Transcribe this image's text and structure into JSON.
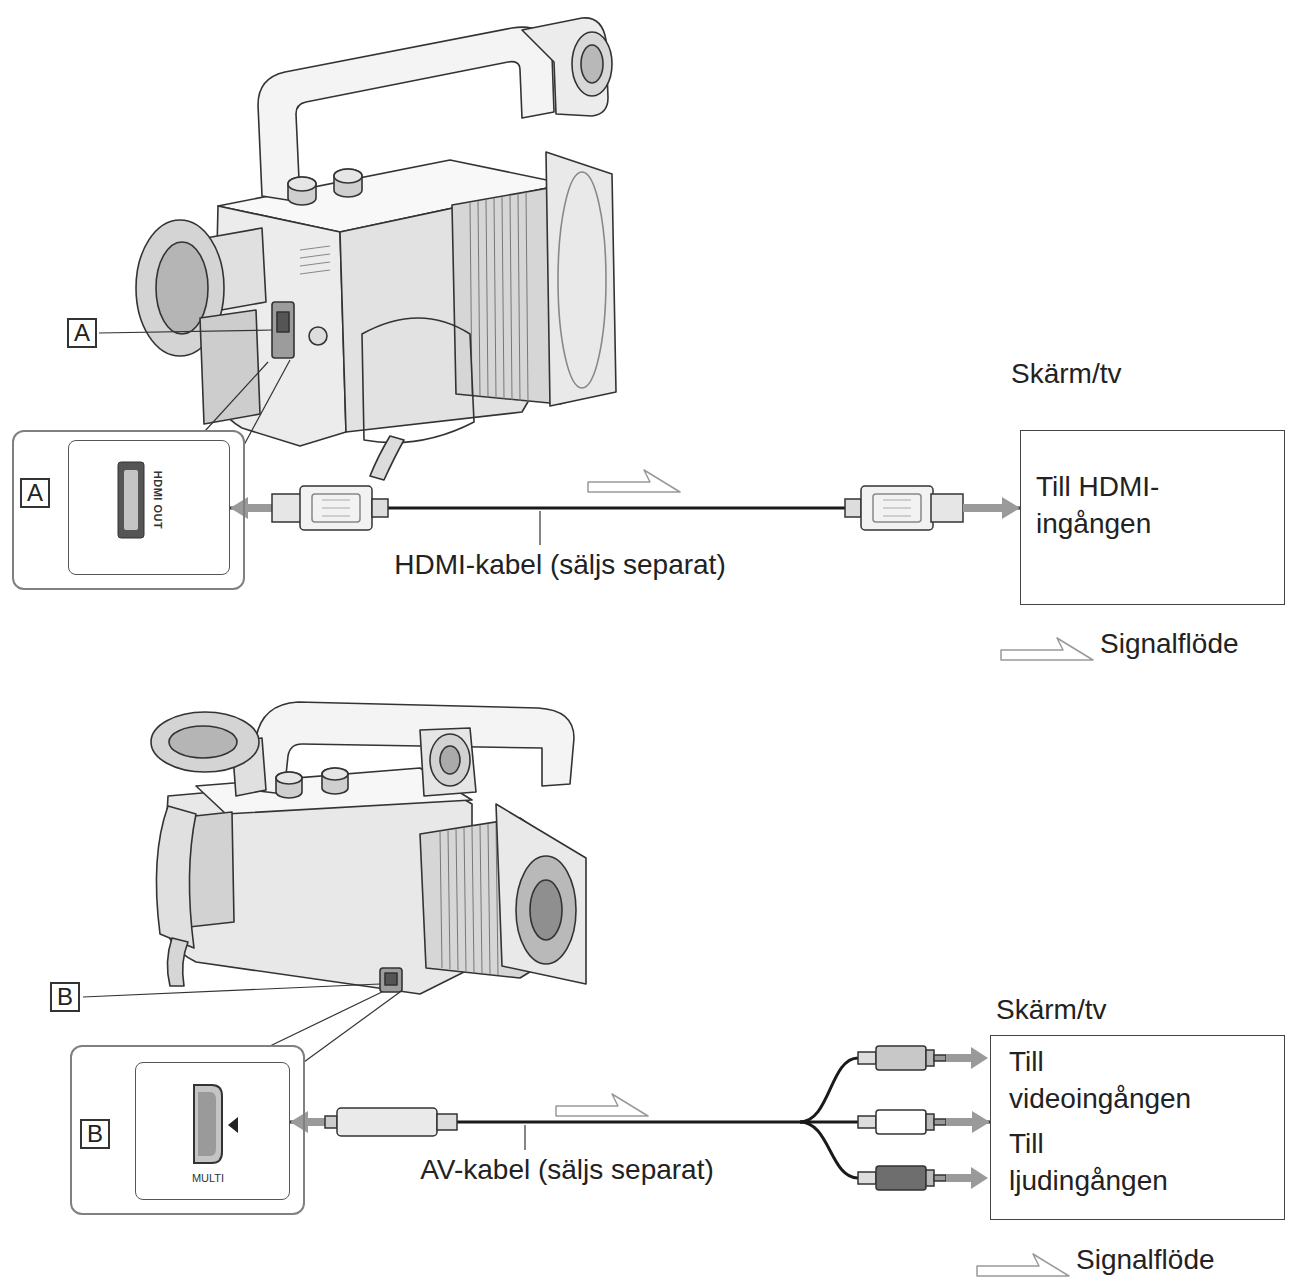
{
  "diagram": {
    "nodes": [
      {
        "text": [
          "A"
        ]
      },
      {
        "text": [
          "HDMI OUT"
        ],
        "in": 0
      },
      {
        "text": [
          "Skärm/tv",
          "Till HDMI- ingången"
        ]
      },
      {
        "text": [
          "B"
        ]
      },
      {
        "text": [
          "MULTI"
        ],
        "in": 3
      },
      {
        "text": [
          "Skärm/tv",
          "Till videoingången",
          "Till ljudingången"
        ]
      }
    ],
    "edges": [
      {
        "from": 1,
        "to": 2,
        "label": "HDMI-kabel (säljs separat)",
        "arrow": "both"
      },
      {
        "from": 4,
        "to": 5,
        "label": "AV-kabel (säljs separat)",
        "arrow": "both"
      }
    ],
    "labels": [
      "A",
      "B"
    ],
    "legend": [
      {
        "text": "Signalflöde"
      },
      {
        "text": "Signalflöde"
      }
    ]
  }
}
